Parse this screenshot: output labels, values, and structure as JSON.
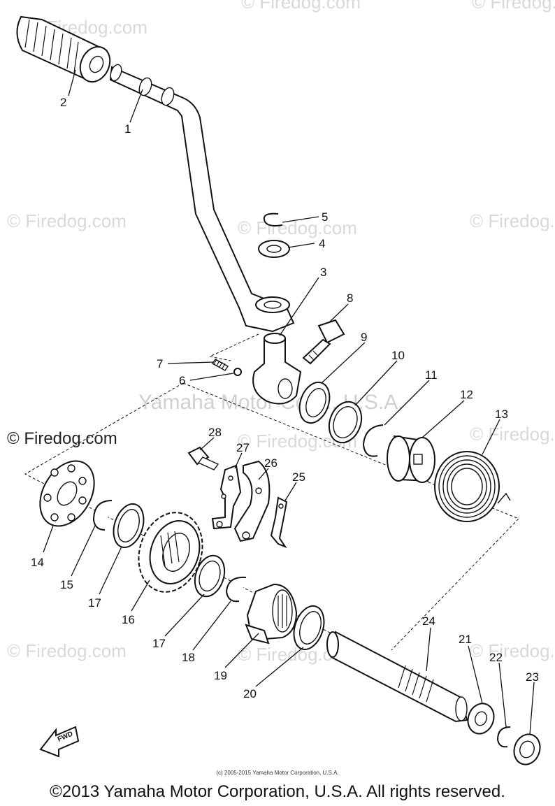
{
  "watermarks": {
    "firedog": "© Firedog.com",
    "center": "Yamaha Motor Corp., U.S.A."
  },
  "callouts": {
    "p1": "1",
    "p2": "2",
    "p3": "3",
    "p4": "4",
    "p5": "5",
    "p6": "6",
    "p7": "7",
    "p8": "8",
    "p9": "9",
    "p10": "10",
    "p11": "11",
    "p12": "12",
    "p13": "13",
    "p14": "14",
    "p15": "15",
    "p16": "16",
    "p17a": "17",
    "p17b": "17",
    "p18": "18",
    "p19": "19",
    "p20": "20",
    "p21": "21",
    "p22": "22",
    "p23": "23",
    "p24": "24",
    "p25": "25",
    "p26": "26",
    "p27": "27",
    "p28": "28"
  },
  "fwd_label": "FWD",
  "small_copyright": "(c) 2005-2015 Yamaha Motor Corporation, U.S.A.",
  "footer_copyright": "©2013 Yamaha Motor Corporation, U.S.A. All rights reserved."
}
